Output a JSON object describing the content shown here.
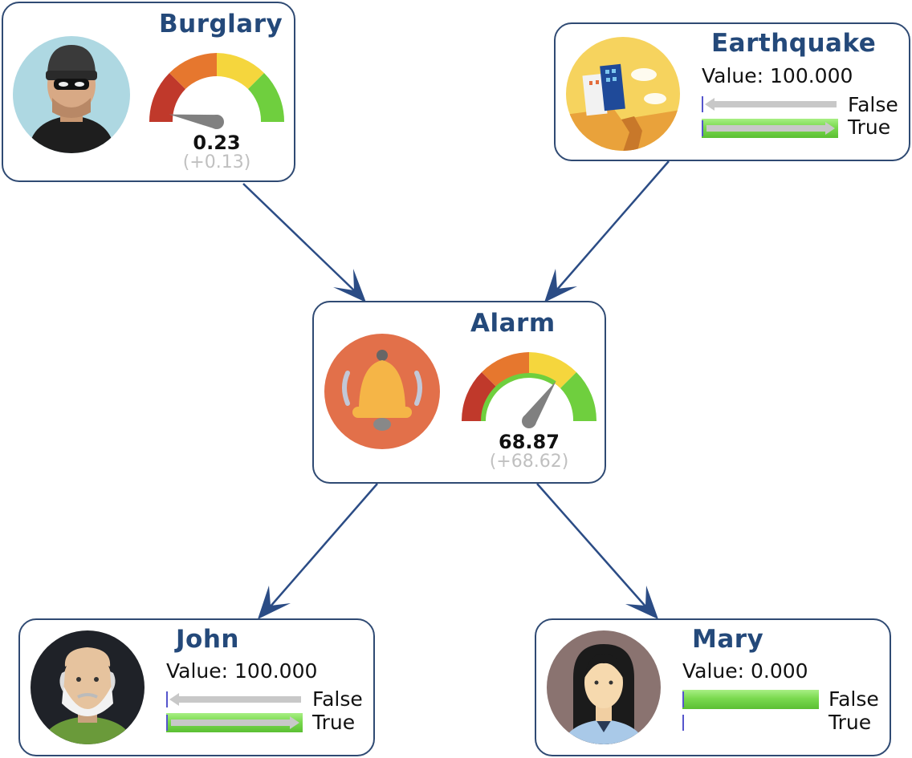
{
  "nodes": {
    "burglary": {
      "title": "Burglary",
      "value": "0.23",
      "delta": "(+0.13)",
      "gauge_fraction": 0.0023
    },
    "earthquake": {
      "title": "Earthquake",
      "value_text": "Value: 100.000",
      "state_false": "False",
      "state_true": "True",
      "p_false": 0.0,
      "p_true": 1.0
    },
    "alarm": {
      "title": "Alarm",
      "value": "68.87",
      "delta": "(+68.62)",
      "gauge_fraction": 0.6887
    },
    "john": {
      "title": "John",
      "value_text": "Value: 100.000",
      "state_false": "False",
      "state_true": "True",
      "p_false": 0.0,
      "p_true": 1.0
    },
    "mary": {
      "title": "Mary",
      "value_text": "Value: 0.000",
      "state_false": "False",
      "state_true": "True",
      "p_false": 1.0,
      "p_true": 0.0
    }
  },
  "edges": [
    {
      "from": "Burglary",
      "to": "Alarm"
    },
    {
      "from": "Earthquake",
      "to": "Alarm"
    },
    {
      "from": "Alarm",
      "to": "John"
    },
    {
      "from": "Alarm",
      "to": "Mary"
    }
  ],
  "icons": {
    "burglary": "burglar-icon",
    "earthquake": "earthquake-icon",
    "alarm": "bell-icon",
    "john": "old-man-icon",
    "mary": "woman-icon"
  },
  "colors": {
    "node_border": "#2f4a73",
    "title": "#24497a",
    "edge": "#2b4c85",
    "gauge_red": "#c0392b",
    "gauge_orange": "#e6772e",
    "gauge_yellow": "#f5d63d",
    "gauge_green": "#6fcf3e",
    "needle": "#808080",
    "bar_green": "#7ad94f",
    "bar_gray": "#c8c8c8",
    "marker_blue": "#5555cc"
  }
}
